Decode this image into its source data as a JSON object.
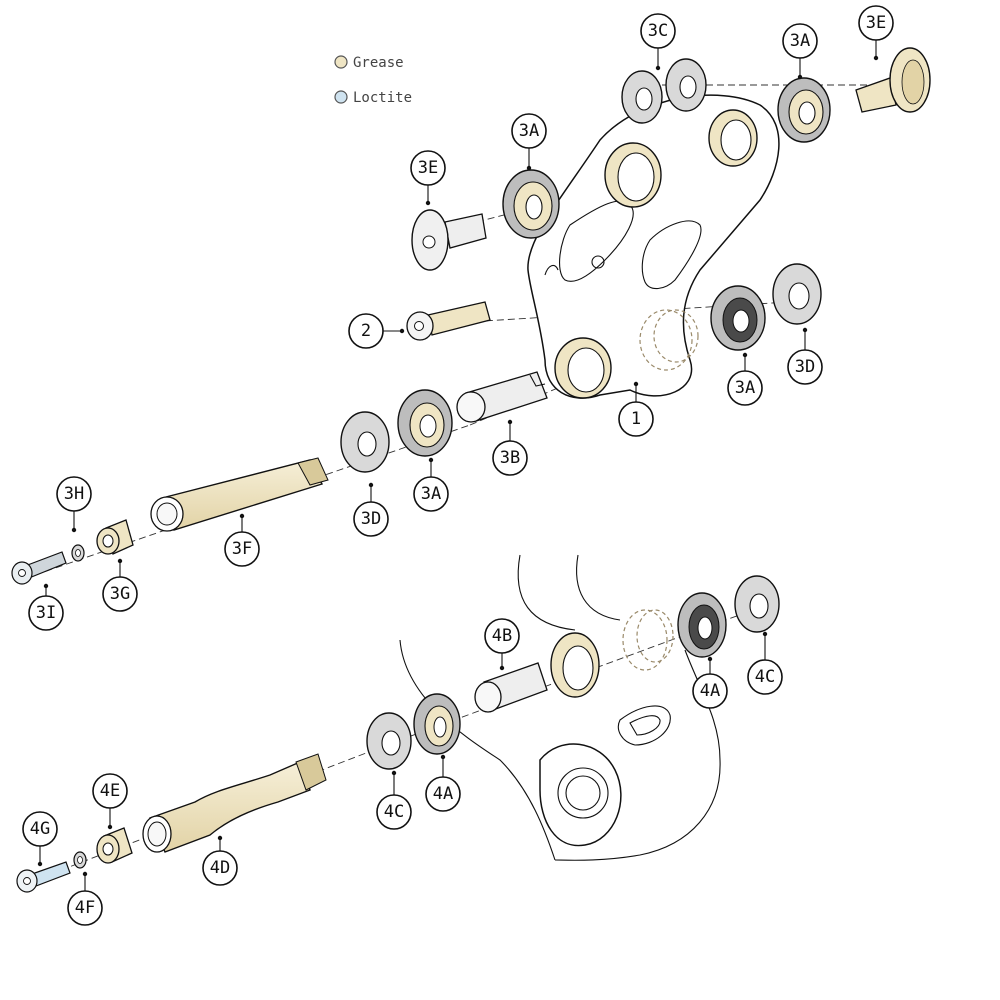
{
  "legend": {
    "items": [
      {
        "label": "Grease",
        "color": "#efe5c4"
      },
      {
        "label": "Loctite",
        "color": "#cfe3f0"
      }
    ]
  },
  "colors": {
    "grease": "#efe5c4",
    "grease_dark": "#d8c99a",
    "bearing_steel": "#bdbdbd",
    "bearing_dark": "#4a4a4a",
    "washer": "#d9d9d9",
    "loctite": "#cfe3f0",
    "outline": "#111111"
  },
  "callouts": {
    "c3C": "3C",
    "c3A_top": "3A",
    "c3E_top": "3E",
    "c3A_upper": "3A",
    "c3E_left": "3E",
    "c2": "2",
    "c3A_right": "3A",
    "c3D_right": "3D",
    "c1": "1",
    "c3B": "3B",
    "c3A_mid": "3A",
    "c3D_mid": "3D",
    "c3H": "3H",
    "c3F": "3F",
    "c3G": "3G",
    "c3I": "3I",
    "c4B": "4B",
    "c4A_right": "4A",
    "c4C_right": "4C",
    "c4C_left": "4C",
    "c4A_left": "4A",
    "c4E": "4E",
    "c4G": "4G",
    "c4D": "4D",
    "c4F": "4F"
  }
}
